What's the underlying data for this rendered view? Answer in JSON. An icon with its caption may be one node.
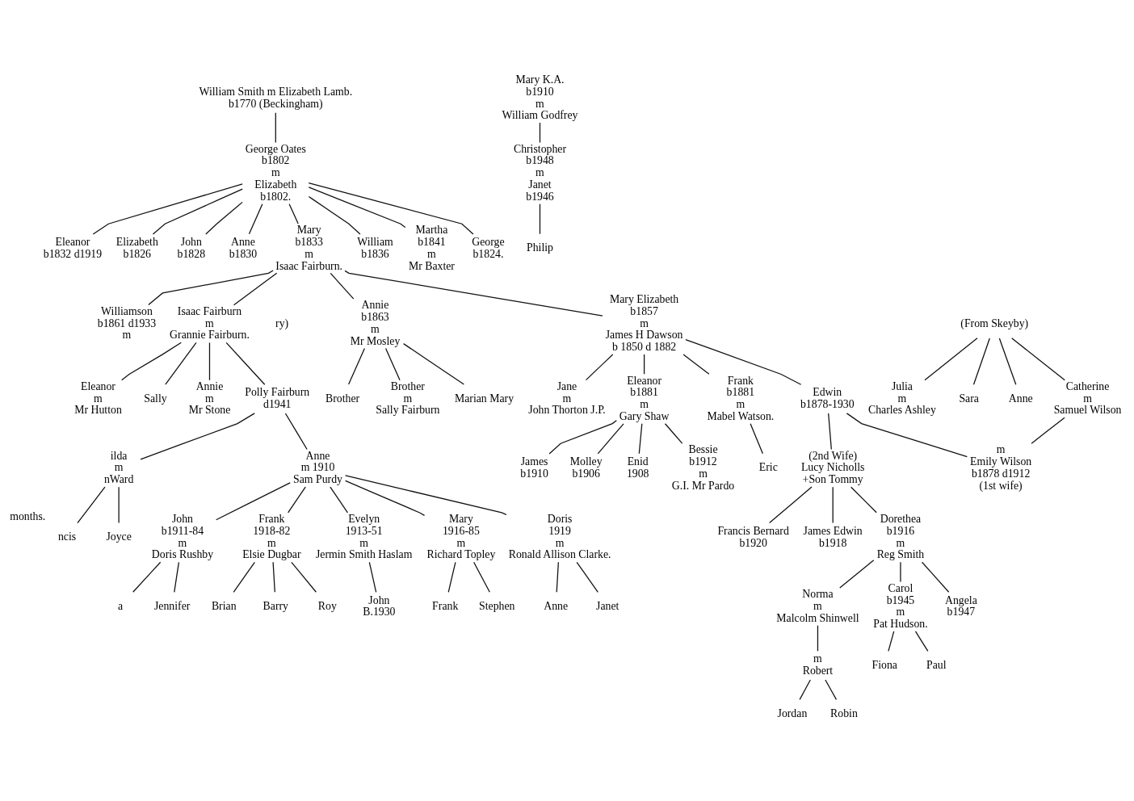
{
  "diagram": {
    "nodes": [
      {
        "text": [
          "William Smith m Elizabeth Lamb.",
          "b1770 (Beckingham)"
        ]
      },
      {
        "text": [
          "George Oates",
          "b1802",
          "m",
          "Elizabeth",
          "b1802."
        ]
      },
      {
        "text": [
          "Eleanor",
          "b1832 d1919"
        ]
      },
      {
        "text": [
          "Elizabeth",
          "b1826"
        ]
      },
      {
        "text": [
          "John",
          "b1828"
        ]
      },
      {
        "text": [
          "Anne",
          "b1830"
        ]
      },
      {
        "text": [
          "Mary",
          "b1833",
          "m",
          "Isaac Fairburn."
        ]
      },
      {
        "text": [
          "William",
          "b1836"
        ]
      },
      {
        "text": [
          "Martha",
          "b1841",
          "m",
          "Mr Baxter"
        ]
      },
      {
        "text": [
          "George",
          "b1824."
        ]
      },
      {
        "text": [
          "Williamson",
          "b1861 d1933",
          "m"
        ]
      },
      {
        "text": [
          "Isaac Fairburn",
          "m",
          "Grannie Fairburn."
        ]
      },
      {
        "text": [
          "Annie",
          "b1863",
          "m",
          "Mr Mosley"
        ]
      },
      {
        "text": [
          "Mary Elizabeth",
          "b1857",
          "m",
          "James H Dawson",
          "b 1850 d 1882"
        ]
      },
      {
        "text": [
          "(From Skeyby)"
        ]
      },
      {
        "text": [
          "Julia",
          "m",
          "Charles Ashley"
        ]
      },
      {
        "text": [
          "Sara"
        ]
      },
      {
        "text": [
          "Anne"
        ]
      },
      {
        "text": [
          "Catherine",
          "m",
          "Samuel Wilson"
        ]
      },
      {
        "text": [
          "Polly Fairburn",
          "d1941"
        ]
      },
      {
        "text": [
          "Eleanor",
          "m",
          "Mr Hutton"
        ]
      },
      {
        "text": [
          "Sally"
        ]
      },
      {
        "text": [
          "Annie",
          "m",
          "Mr Stone"
        ]
      },
      {
        "text": [
          "Brother"
        ]
      },
      {
        "text": [
          "Brother",
          "m",
          "Sally Fairburn"
        ]
      },
      {
        "text": [
          "Marian Mary"
        ]
      },
      {
        "text": [
          "Jane",
          "m",
          "John Thorton J.P."
        ]
      },
      {
        "text": [
          "ilda",
          "m",
          "nWard"
        ]
      },
      {
        "text": [
          "Anne",
          "m 1910",
          "Sam Purdy"
        ]
      },
      {
        "text": [
          "Eleanor",
          "b1881",
          "m",
          "Gary Shaw"
        ]
      },
      {
        "text": [
          "Frank",
          "b1881",
          "m",
          "Mabel Watson."
        ]
      },
      {
        "text": [
          "Edwin",
          "b1878-1930"
        ]
      },
      {
        "text": [
          "(2nd Wife)",
          "Lucy Nicholls",
          "+Son Tommy"
        ]
      },
      {
        "text": [
          "m",
          "Emily Wilson",
          "b1878 d1912",
          "(1st wife)"
        ]
      },
      {
        "text": [
          "ncis"
        ],
        "beside": [
          "months."
        ]
      },
      {
        "text": [
          "Joyce"
        ]
      },
      {
        "text": [
          "John",
          "b1911-84",
          "m",
          "Doris Rushby"
        ]
      },
      {
        "text": [
          "Frank",
          "1918-82",
          "m",
          "Elsie Dugbar"
        ]
      },
      {
        "text": [
          "Evelyn",
          "1913-51",
          "m",
          "Jermin Smith Haslam"
        ]
      },
      {
        "text": [
          "Mary",
          "1916-85",
          "m",
          "Richard Topley"
        ]
      },
      {
        "text": [
          "Doris",
          "1919",
          "m",
          "Ronald Allison Clarke."
        ]
      },
      {
        "text": [
          "James",
          "b1910"
        ]
      },
      {
        "text": [
          "Molley",
          "b1906"
        ]
      },
      {
        "text": [
          "Enid",
          "1908"
        ]
      },
      {
        "text": [
          "Bessie",
          "b1912",
          "m",
          "G.I. Mr Pardo"
        ]
      },
      {
        "text": [
          "Eric"
        ]
      },
      {
        "text": [
          "Francis Bernard",
          "b1920"
        ]
      },
      {
        "text": [
          "James Edwin",
          "b1918"
        ]
      },
      {
        "text": [
          "Dorethea",
          "b1916",
          "m",
          "Reg Smith"
        ]
      },
      {
        "text": [
          "Mary K.A.",
          "b1910",
          "m",
          "William Godfrey"
        ]
      },
      {
        "text": [
          "a"
        ]
      },
      {
        "text": [
          "Jennifer"
        ]
      },
      {
        "text": [
          "Brian"
        ]
      },
      {
        "text": [
          "Barry"
        ]
      },
      {
        "text": [
          "Roy"
        ]
      },
      {
        "text": [
          "John",
          "B.1930"
        ]
      },
      {
        "text": [
          "Frank"
        ]
      },
      {
        "text": [
          "Stephen"
        ]
      },
      {
        "text": [
          "Anne"
        ]
      },
      {
        "text": [
          "Janet"
        ]
      },
      {
        "text": [
          "Norma",
          "m",
          "Malcolm Shinwell"
        ]
      },
      {
        "text": [
          "Carol",
          "b1945",
          "m",
          "Pat Hudson."
        ]
      },
      {
        "text": [
          "Angela",
          "b1947"
        ]
      },
      {
        "text": [
          "Christopher",
          "b1948",
          "m",
          "Janet",
          "b1946"
        ]
      },
      {
        "text": [
          "m",
          "Robert"
        ]
      },
      {
        "text": [
          "Fiona"
        ]
      },
      {
        "text": [
          "Paul"
        ]
      },
      {
        "text": [
          "Philip"
        ]
      },
      {
        "text": [
          "Jordan"
        ]
      },
      {
        "text": [
          "Robin"
        ]
      }
    ],
    "edges": [
      {
        "from": 0,
        "to": 1,
        "arrow": "none"
      },
      {
        "from": 1,
        "to": 2,
        "arrow": "none"
      },
      {
        "from": 1,
        "to": 3,
        "arrow": "none"
      },
      {
        "from": 1,
        "to": 4,
        "arrow": "none"
      },
      {
        "from": 1,
        "to": 5,
        "arrow": "none"
      },
      {
        "from": 1,
        "to": 6,
        "arrow": "none"
      },
      {
        "from": 1,
        "to": 7,
        "arrow": "none"
      },
      {
        "from": 1,
        "to": 8,
        "arrow": "none"
      },
      {
        "from": 1,
        "to": 9,
        "arrow": "none"
      },
      {
        "from": 6,
        "to": 10,
        "arrow": "none"
      },
      {
        "from": 6,
        "to": 11,
        "arrow": "none"
      },
      {
        "from": 6,
        "to": 12,
        "arrow": "none"
      },
      {
        "from": 6,
        "to": 13,
        "arrow": "none"
      },
      {
        "from": 14,
        "to": 15,
        "arrow": "none"
      },
      {
        "from": 14,
        "to": 16,
        "arrow": "none"
      },
      {
        "from": 14,
        "to": 17,
        "arrow": "none"
      },
      {
        "from": 14,
        "to": 18,
        "arrow": "none"
      },
      {
        "from": 11,
        "to": 19,
        "arrow": "none"
      },
      {
        "from": 11,
        "to": 20,
        "arrow": "none"
      },
      {
        "from": 11,
        "to": 21,
        "arrow": "none"
      },
      {
        "from": 11,
        "to": 22,
        "arrow": "none"
      },
      {
        "from": 12,
        "to": 23,
        "arrow": "none"
      },
      {
        "from": 12,
        "to": 24,
        "arrow": "none"
      },
      {
        "from": 12,
        "to": 25,
        "arrow": "none"
      },
      {
        "from": 13,
        "to": 26,
        "arrow": "none"
      },
      {
        "from": 19,
        "to": 27,
        "arrow": "none"
      },
      {
        "from": 19,
        "to": 28,
        "arrow": "none"
      },
      {
        "from": 13,
        "to": 29,
        "arrow": "none"
      },
      {
        "from": 13,
        "to": 30,
        "arrow": "none"
      },
      {
        "from": 13,
        "to": 31,
        "arrow": "none"
      },
      {
        "from": 31,
        "to": 32,
        "arrow": "none"
      },
      {
        "from": 31,
        "to": 33,
        "arrow": "none"
      },
      {
        "from": 18,
        "to": 33,
        "arrow": "none"
      },
      {
        "from": 27,
        "to": 34,
        "arrow": "none"
      },
      {
        "from": 27,
        "to": 35,
        "arrow": "none"
      },
      {
        "from": 28,
        "to": 36,
        "arrow": "none"
      },
      {
        "from": 28,
        "to": 37,
        "arrow": "none"
      },
      {
        "from": 28,
        "to": 38,
        "arrow": "none"
      },
      {
        "from": 28,
        "to": 39,
        "arrow": "none"
      },
      {
        "from": 28,
        "to": 40,
        "arrow": "none"
      },
      {
        "from": 29,
        "to": 41,
        "arrow": "none"
      },
      {
        "from": 29,
        "to": 42,
        "arrow": "none"
      },
      {
        "from": 29,
        "to": 43,
        "arrow": "none"
      },
      {
        "from": 29,
        "to": 44,
        "arrow": "none"
      },
      {
        "from": 30,
        "to": 45,
        "arrow": "none"
      },
      {
        "from": 32,
        "to": 46,
        "arrow": "none"
      },
      {
        "from": 32,
        "to": 47,
        "arrow": "none"
      },
      {
        "from": 32,
        "to": 48,
        "arrow": "none"
      },
      {
        "from": 36,
        "to": 50,
        "arrow": "none"
      },
      {
        "from": 36,
        "to": 51,
        "arrow": "none"
      },
      {
        "from": 37,
        "to": 52,
        "arrow": "none"
      },
      {
        "from": 37,
        "to": 53,
        "arrow": "none"
      },
      {
        "from": 37,
        "to": 54,
        "arrow": "none"
      },
      {
        "from": 38,
        "to": 55,
        "arrow": "none"
      },
      {
        "from": 39,
        "to": 56,
        "arrow": "none"
      },
      {
        "from": 39,
        "to": 57,
        "arrow": "none"
      },
      {
        "from": 40,
        "to": 58,
        "arrow": "none"
      },
      {
        "from": 40,
        "to": 59,
        "arrow": "none"
      },
      {
        "from": 48,
        "to": 60,
        "arrow": "none"
      },
      {
        "from": 48,
        "to": 61,
        "arrow": "none"
      },
      {
        "from": 48,
        "to": 62,
        "arrow": "none"
      },
      {
        "from": 49,
        "to": 63,
        "arrow": "none"
      },
      {
        "from": 60,
        "to": 64,
        "arrow": "none"
      },
      {
        "from": 61,
        "to": 65,
        "arrow": "none"
      },
      {
        "from": 61,
        "to": 66,
        "arrow": "none"
      },
      {
        "from": 63,
        "to": 67,
        "arrow": "none"
      },
      {
        "from": 64,
        "to": 68,
        "arrow": "none"
      },
      {
        "from": 64,
        "to": 69,
        "arrow": "none"
      }
    ],
    "labels": [
      "ry)"
    ]
  }
}
